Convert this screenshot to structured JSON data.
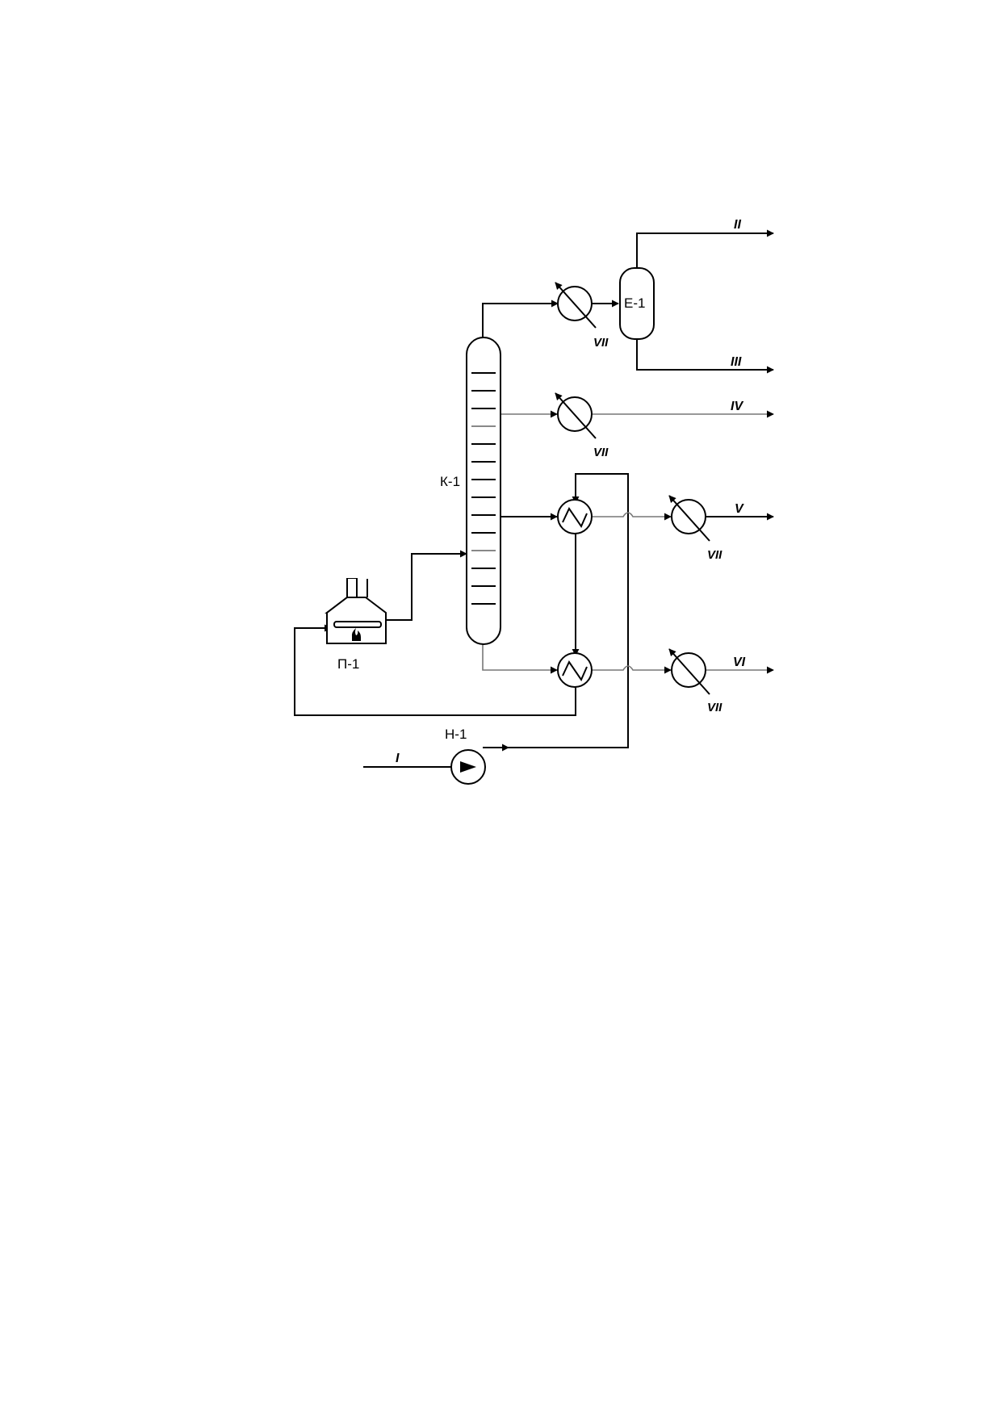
{
  "equipment": {
    "column": "К-1",
    "separator": "Е-1",
    "furnace": "П-1",
    "pump": "Н-1"
  },
  "streams": {
    "s1": "I",
    "s2": "II",
    "s3": "III",
    "s4": "IV",
    "s5": "V",
    "s6": "VI"
  },
  "coolant": "VII"
}
